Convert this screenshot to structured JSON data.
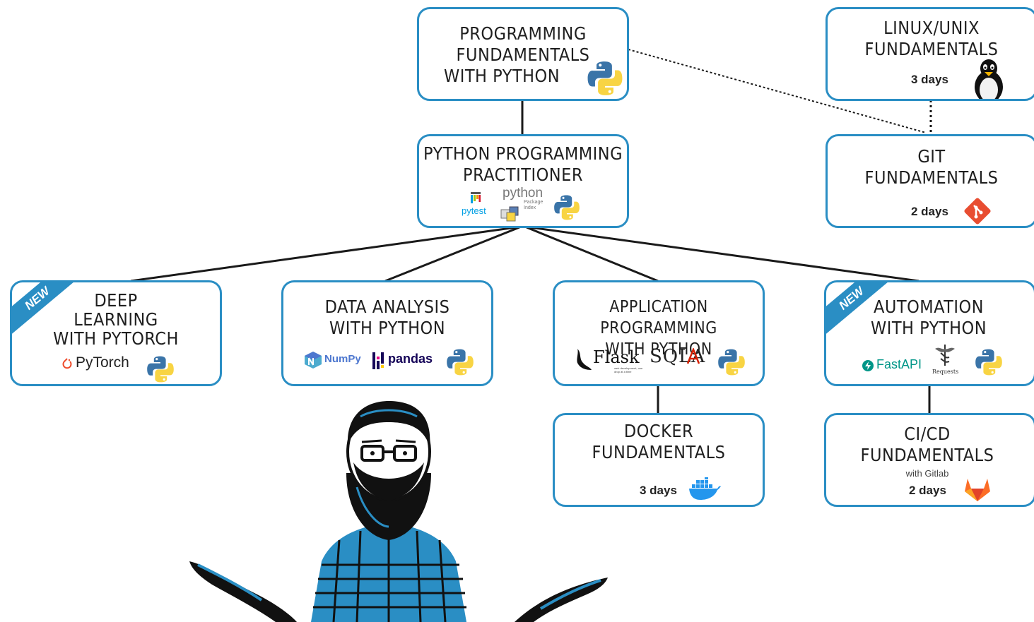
{
  "nodes": {
    "fundamentals": {
      "title": [
        "PROGRAMMING",
        "FUNDAMENTALS",
        "WITH PYTHON"
      ]
    },
    "linux": {
      "title": [
        "LINUX/UNIX",
        "FUNDAMENTALS"
      ],
      "days": "3 days"
    },
    "practitioner": {
      "title": [
        "PYTHON PROGRAMMING",
        "PRACTITIONER"
      ],
      "logos": {
        "pytest": "pytest",
        "pypi": "python",
        "pypi_sub": "Package Index"
      }
    },
    "git": {
      "title": [
        "GIT",
        "FUNDAMENTALS"
      ],
      "days": "2 days"
    },
    "deep_learning": {
      "badge": "NEW",
      "title": [
        "DEEP",
        "LEARNING",
        "WITH PYTORCH"
      ],
      "logos": {
        "pytorch": "PyTorch"
      }
    },
    "data_analysis": {
      "title": [
        "DATA ANALYSIS",
        "WITH PYTHON"
      ],
      "logos": {
        "numpy": "NumPy",
        "pandas": "pandas"
      }
    },
    "app_programming": {
      "title": [
        "APPLICATION PROGRAMMING",
        "WITH PYTHON"
      ],
      "logos": {
        "flask": "Flask",
        "flask_tag": "web development, one drop at a time",
        "sqla": "SQLA"
      }
    },
    "automation": {
      "badge": "NEW",
      "title": [
        "AUTOMATION",
        "WITH PYTHON"
      ],
      "logos": {
        "fastapi": "FastAPI",
        "requests": "Requests"
      }
    },
    "docker": {
      "title": [
        "DOCKER",
        "FUNDAMENTALS"
      ],
      "days": "3 days"
    },
    "cicd": {
      "title": [
        "CI/CD",
        "FUNDAMENTALS"
      ],
      "subtitle": "with Gitlab",
      "days": "2 days"
    }
  },
  "colors": {
    "border": "#2a8ec4",
    "python_blue": "#3a74a8",
    "python_yellow": "#f8d443",
    "git": "#e84d31",
    "docker": "#2496ed",
    "gitlab": "#fc6d26",
    "fastapi": "#009688",
    "pytorch": "#ee4c2c"
  },
  "icons": [
    "python-icon",
    "tux-icon",
    "git-icon",
    "docker-icon",
    "gitlab-icon",
    "pytest-icon",
    "pypi-icon",
    "pytorch-icon",
    "numpy-icon",
    "pandas-icon",
    "flask-icon",
    "sqlalchemy-icon",
    "fastapi-icon",
    "requests-icon"
  ]
}
